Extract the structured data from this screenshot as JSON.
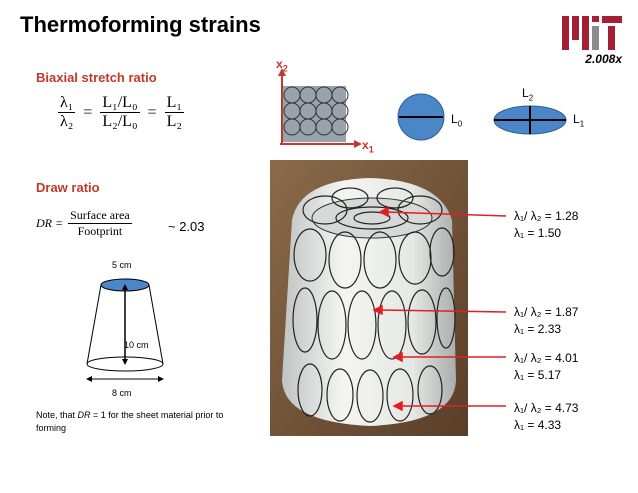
{
  "title": "Thermoforming strains",
  "logo": {
    "course": "2.008x"
  },
  "biaxial": {
    "heading": "Biaxial stretch ratio",
    "lhs_top": "λ₁",
    "lhs_bottom": "λ₂",
    "mid_top": "L₁/L₀",
    "mid_bottom": "L₂/L₀",
    "rhs_top": "L₁",
    "rhs_bottom": "L₂"
  },
  "grid": {
    "axis_x": "x",
    "axis_x_sub": "1",
    "axis_y": "x",
    "axis_y_sub": "2"
  },
  "circle_diagram": {
    "l0": "L",
    "l0_sub": "0",
    "l1": "L",
    "l1_sub": "1",
    "l2": "L",
    "l2_sub": "2"
  },
  "draw": {
    "heading": "Draw ratio",
    "dr_label": "DR =",
    "num": "Surface area",
    "den": "Footprint",
    "approx": "~ 2.03"
  },
  "cup": {
    "top": "5 cm",
    "height": "10 cm",
    "bottom": "8 cm"
  },
  "note": {
    "prefix": "Note, that ",
    "dr": "DR",
    "suffix": " = 1 for the sheet material prior to forming"
  },
  "annotations": [
    {
      "ratio_label": "λ₁/ λ₂ = ",
      "ratio": "1.28",
      "l1_label": "λ₁ = ",
      "l1": "1.50"
    },
    {
      "ratio_label": "λ₁/ λ₂ = ",
      "ratio": "1.87",
      "l1_label": "λ₁ = ",
      "l1": "2.33"
    },
    {
      "ratio_label": "λ₁/ λ₂ = ",
      "ratio": "4.01",
      "l1_label": "λ₁ = ",
      "l1": "5.17"
    },
    {
      "ratio_label": "λ₁/ λ₂ = ",
      "ratio": "4.73",
      "l1_label": "λ₁ = ",
      "l1": "4.33"
    }
  ],
  "colors": {
    "red": "#c0392b",
    "blue": "#4a86c8"
  }
}
